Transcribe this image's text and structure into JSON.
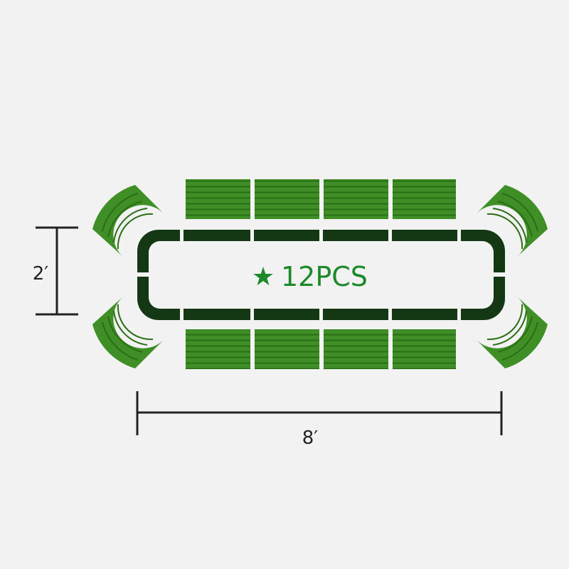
{
  "diagram": {
    "count_label": "12PCS",
    "star_glyph": "★",
    "height_label": "2′",
    "width_label": "8′",
    "piece_count": 12
  },
  "colors": {
    "background": "#f2f2f2",
    "segment_green": "#3f8f26",
    "segment_stripe": "#2b6e17",
    "rail_dark": "#143814",
    "label_green": "#1d8a2a",
    "dimension_line": "#222222"
  }
}
